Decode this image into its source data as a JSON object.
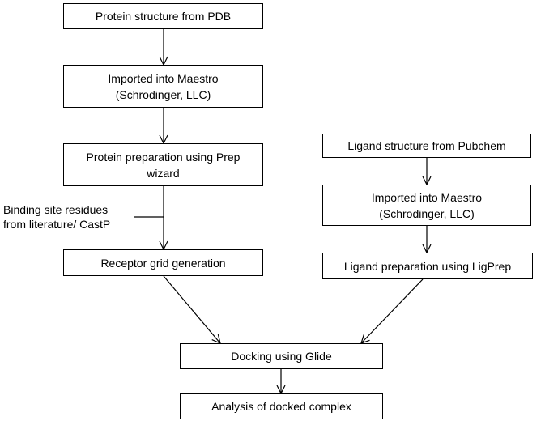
{
  "left_column": {
    "step1": "Protein structure from PDB",
    "step2_line1": "Imported into Maestro",
    "step2_line2": "(Schrodinger, LLC)",
    "step3_line1": "Protein preparation using Prep",
    "step3_line2": "wizard",
    "step4": "Receptor grid generation"
  },
  "annotation": {
    "line1": "Binding site residues",
    "line2": "from literature/ CastP"
  },
  "right_column": {
    "step1": "Ligand structure from Pubchem",
    "step2_line1": "Imported into Maestro",
    "step2_line2": "(Schrodinger, LLC)",
    "step3": "Ligand preparation using LigPrep"
  },
  "bottom": {
    "docking": "Docking using Glide",
    "analysis": "Analysis of docked complex"
  }
}
